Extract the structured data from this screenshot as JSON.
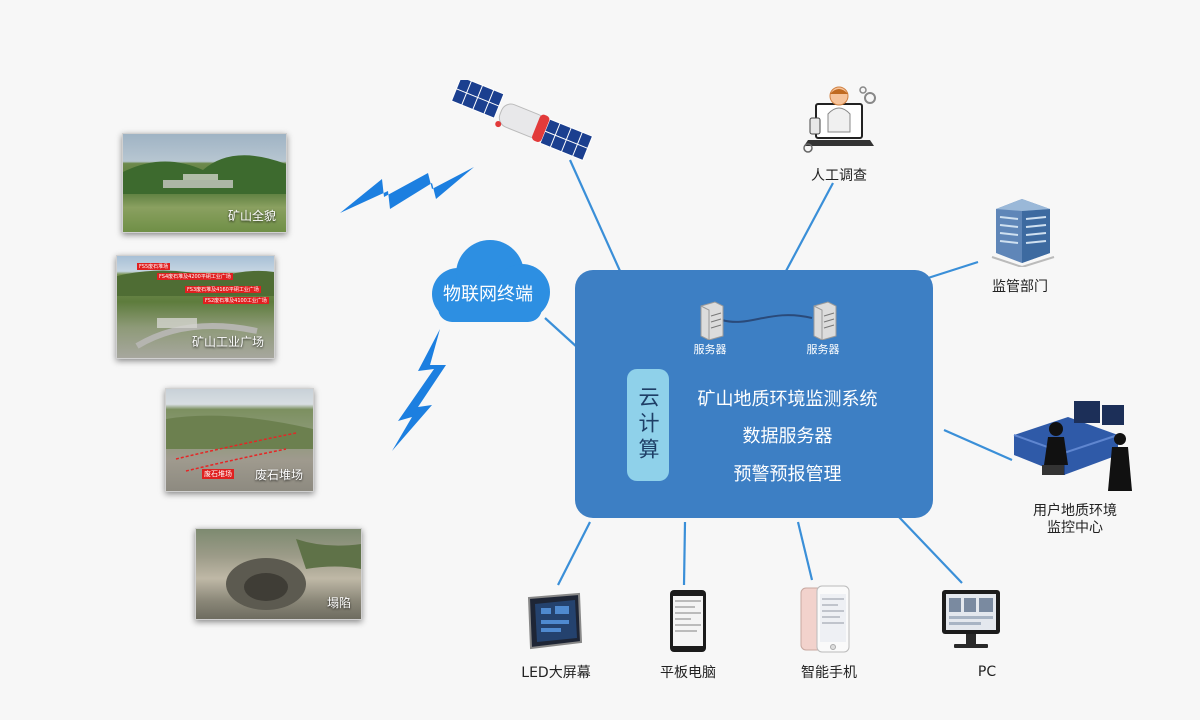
{
  "center": {
    "cloud_compute": "云计算",
    "server_label_1": "服务器",
    "server_label_2": "服务器",
    "functions": [
      "矿山地质环境监测系统",
      "数据服务器",
      "预警预报管理"
    ]
  },
  "iot_terminal": "物联网终端",
  "sources": [
    {
      "caption": "矿山全貌"
    },
    {
      "caption": "矿山工业广场",
      "tags": [
        "FS5废石堆场",
        "FS4废石堆及4200平硐工业广场",
        "FS3废石堆及4160平硐工业广场",
        "FS2废石堆及4100工业广场"
      ]
    },
    {
      "caption": "废石堆场",
      "tags": [
        "废石堆场"
      ]
    },
    {
      "caption": "塌陷"
    }
  ],
  "nodes": {
    "manual_survey": "人工调查",
    "supervision": "监管部门",
    "user_center": [
      "用户地质环境",
      "监控中心"
    ],
    "led_screen": "LED大屏幕",
    "tablet": "平板电脑",
    "smartphone": "智能手机",
    "pc": "PC"
  },
  "colors": {
    "center_box": "#3d7fc4",
    "compute_box": "#8fd1ea",
    "connector": "#3a8fd8",
    "lightning": "#1c7fe0",
    "cloud": "#2d8fe2"
  }
}
